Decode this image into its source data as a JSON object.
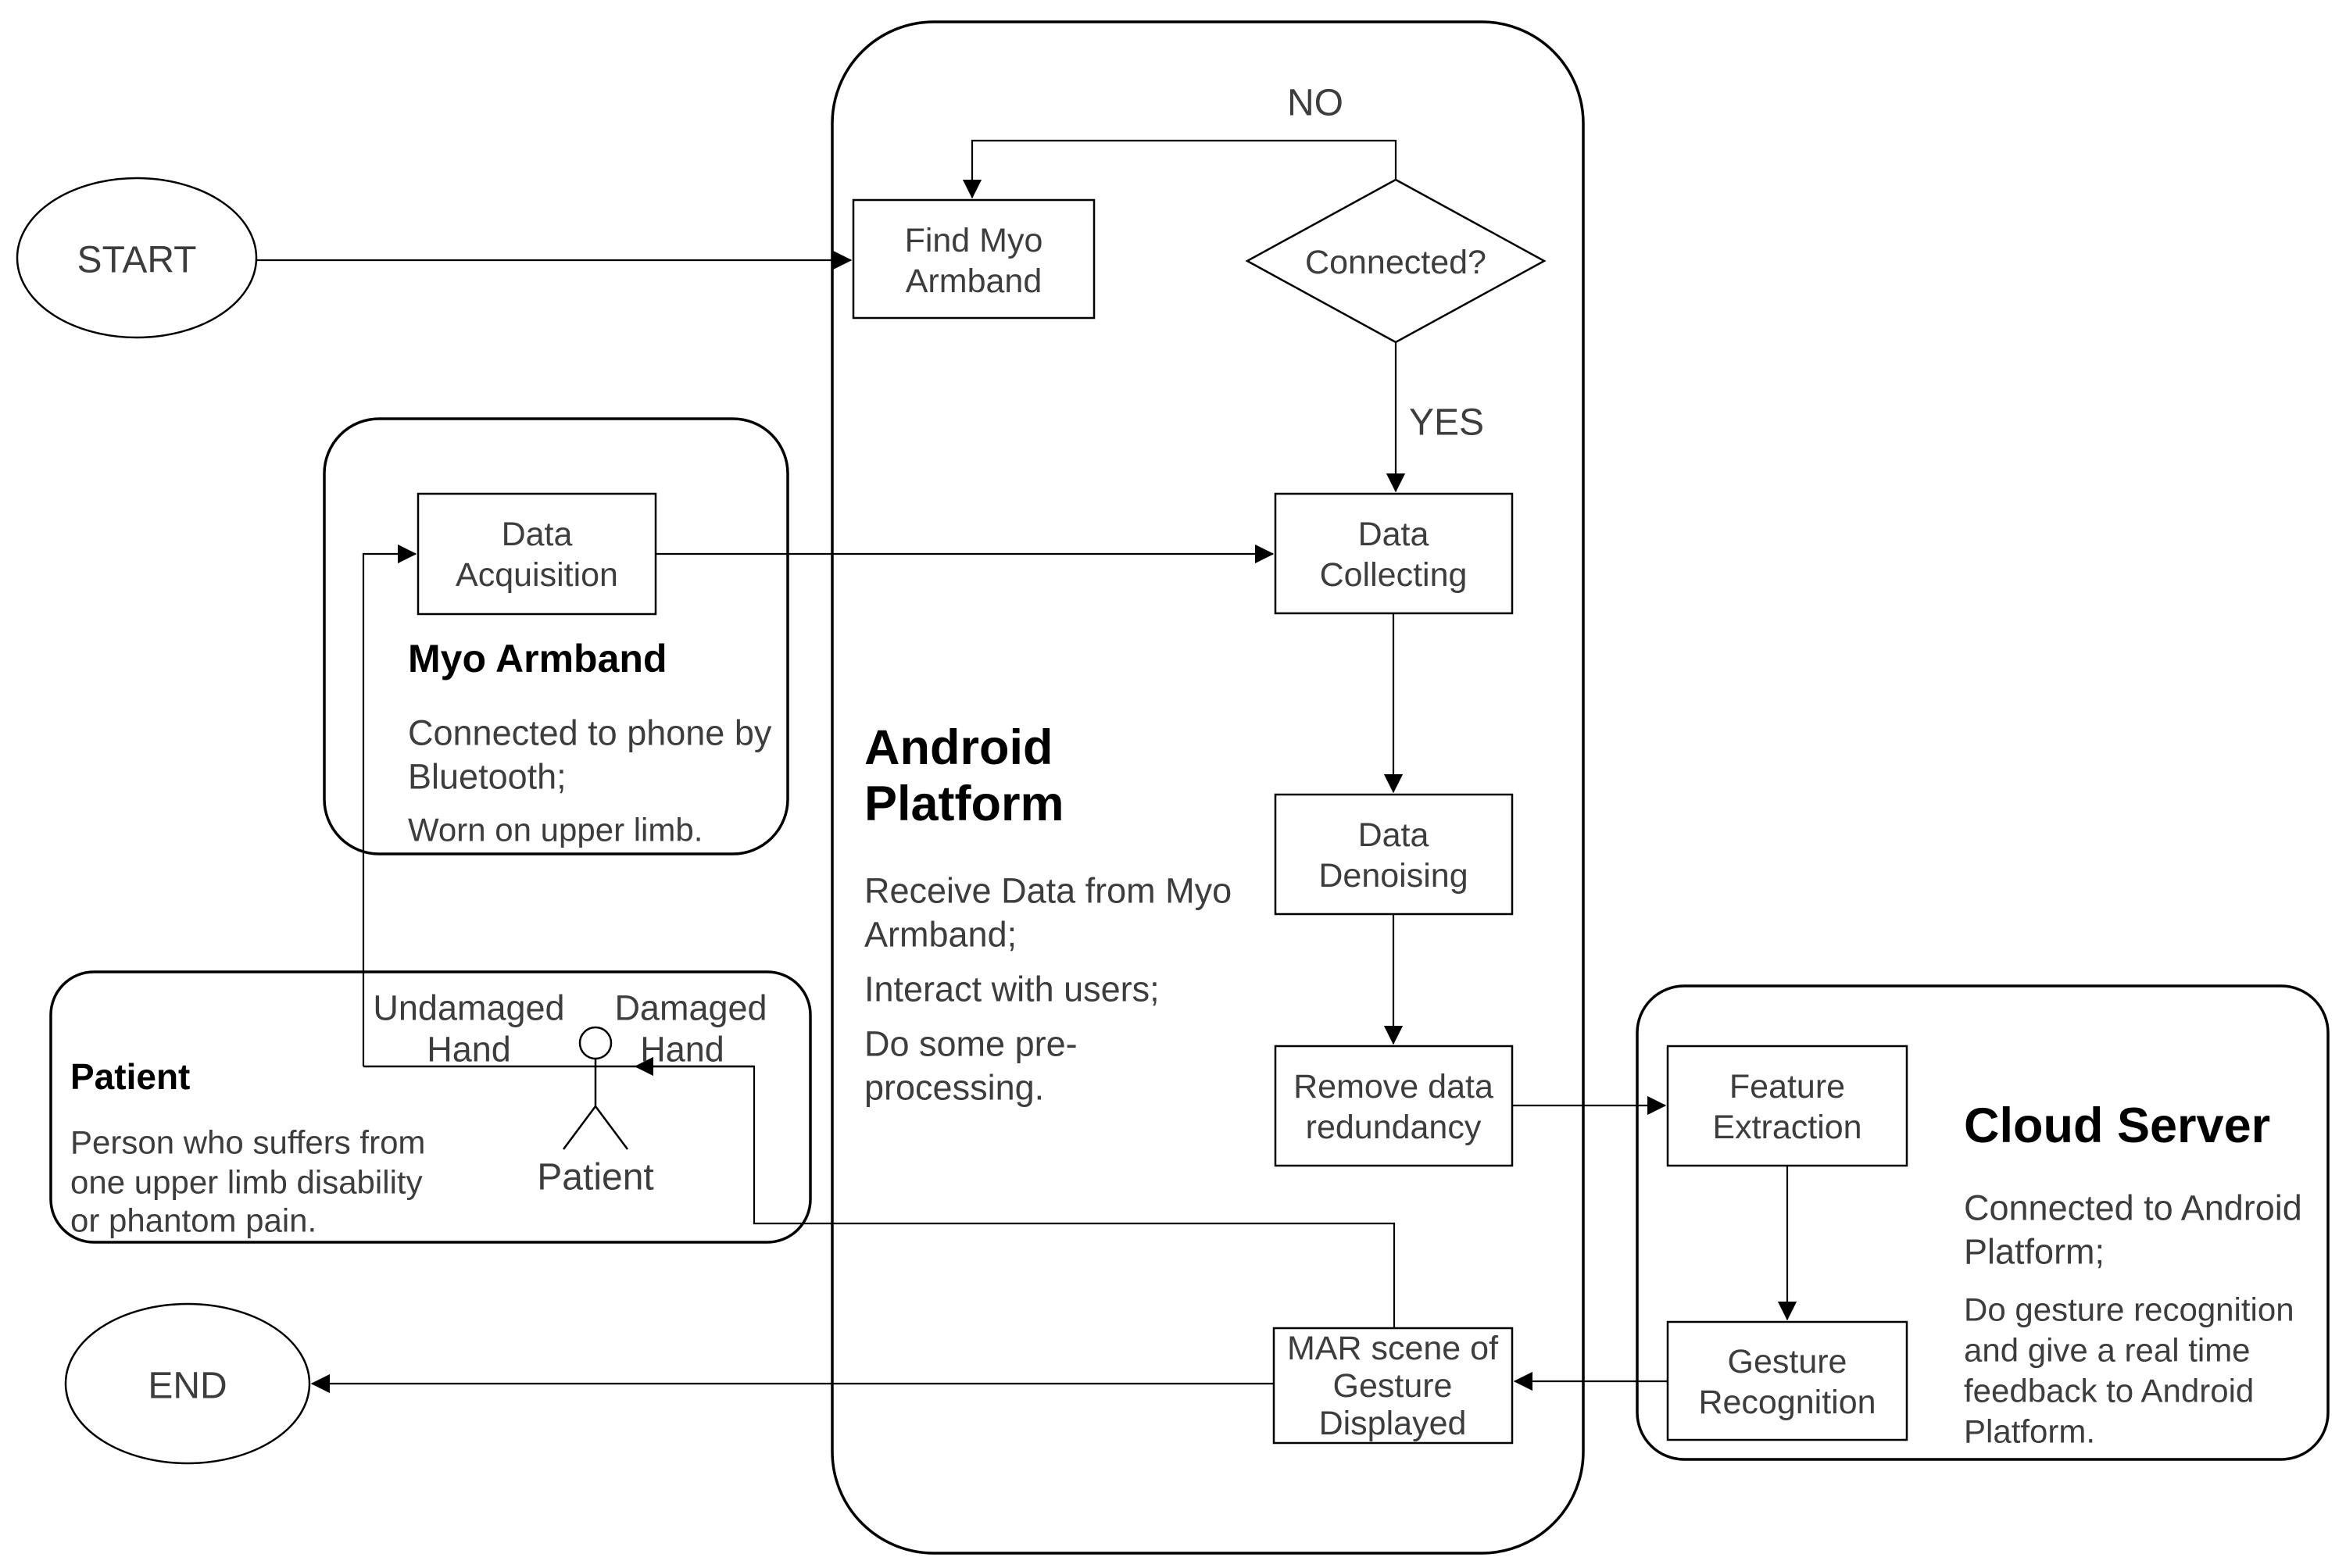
{
  "d": {
    "colors": {
      "stroke": "#000000",
      "body_text": "#3d3d3d",
      "title_text": "#000000",
      "background": "#ffffff"
    },
    "terminals": {
      "start": "START",
      "end": "END"
    },
    "decision": {
      "label": "Connected?",
      "no": "NO",
      "yes": "YES"
    },
    "nodes": {
      "find_myo": [
        "Find Myo",
        "Armband"
      ],
      "data_collecting": [
        "Data",
        "Collecting"
      ],
      "data_denoising": [
        "Data",
        "Denoising"
      ],
      "remove_redundancy": [
        "Remove data",
        "redundancy"
      ],
      "mar_scene": [
        "MAR scene of",
        "Gesture",
        "Displayed"
      ],
      "data_acquisition": [
        "Data",
        "Acquisition"
      ],
      "feature_extraction": [
        "Feature",
        "Extraction"
      ],
      "gesture_recognition": [
        "Gesture",
        "Recognition"
      ]
    },
    "android": {
      "title": [
        "Android",
        "Platform"
      ],
      "p1": [
        "Receive Data from Myo",
        "Armband;"
      ],
      "p2": "Interact with users;",
      "p3": [
        "Do some pre-",
        "processing."
      ]
    },
    "myo": {
      "title": "Myo Armband",
      "p1": [
        "Connected to phone by",
        "Bluetooth;"
      ],
      "p2": "Worn on upper limb."
    },
    "patient": {
      "title": "Patient",
      "p1": [
        "Person who suffers from",
        "one upper limb disability",
        "or phantom pain."
      ],
      "undamaged": [
        "Undamaged",
        "Hand"
      ],
      "damaged": [
        "Damaged",
        "Hand"
      ],
      "figure_caption": "Patient"
    },
    "cloud": {
      "title": "Cloud Server",
      "p1": [
        "Connected to Android",
        "Platform;"
      ],
      "p2": [
        "Do gesture recognition",
        "and give a real time",
        "feedback to Android",
        "Platform."
      ]
    }
  }
}
